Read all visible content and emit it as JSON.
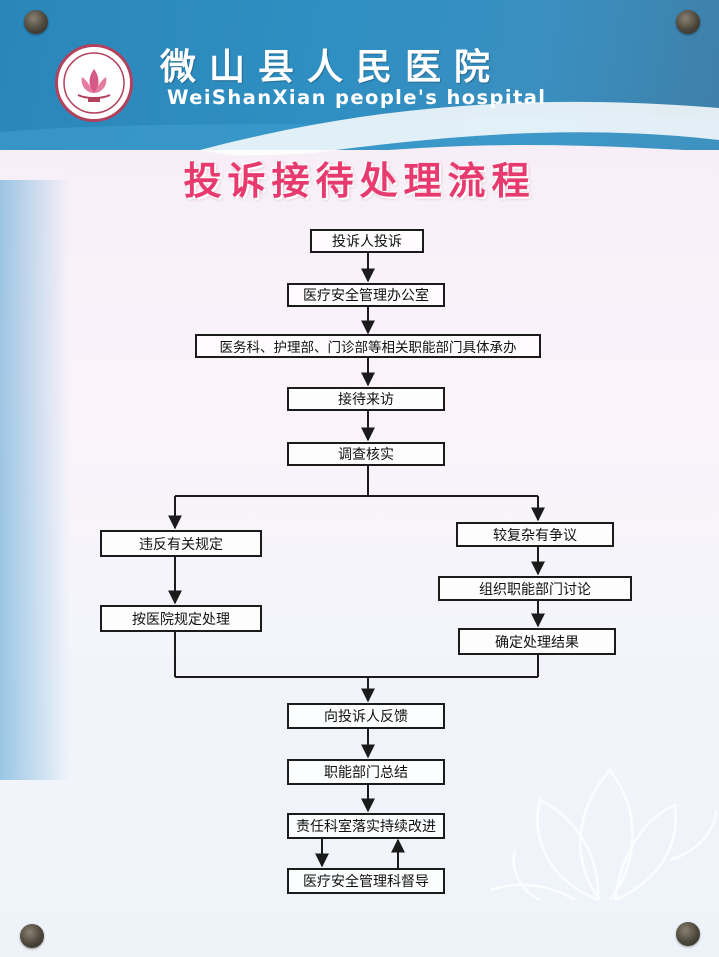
{
  "header": {
    "hospital_name_cn": "微山县人民医院",
    "hospital_name_en": "WeiShanXian people's hospital",
    "logo_icon": "hospital-lotus-logo"
  },
  "title": "投诉接待处理流程",
  "flow": {
    "nodes": {
      "complainant": "投诉人投诉",
      "safety_office": "医疗安全管理办公室",
      "departments": "医务科、护理部、门诊部等相关职能部门具体承办",
      "reception": "接待来访",
      "investigation": "调查核实",
      "violation": "违反有关规定",
      "handle_by_rules": "按医院规定处理",
      "complex_dispute": "较复杂有争议",
      "organize_discussion": "组织职能部门讨论",
      "determine_result": "确定处理结果",
      "feedback": "向投诉人反馈",
      "summary": "职能部门总结",
      "improvement": "责任科室落实持续改进",
      "supervision": "医疗安全管理科督导"
    }
  },
  "colors": {
    "header_blue": "#2f8fc2",
    "title_red": "#e73a6e",
    "box_border": "#1b1b1b"
  }
}
